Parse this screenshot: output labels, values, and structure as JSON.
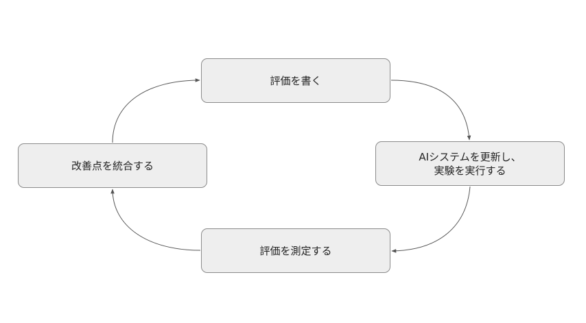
{
  "diagram": {
    "nodes": {
      "top": {
        "line1": "評価を書く",
        "line2": ""
      },
      "right": {
        "line1": "AIシステムを更新し、",
        "line2": "実験を実行する"
      },
      "bottom": {
        "line1": "評価を測定する",
        "line2": ""
      },
      "left": {
        "line1": "改善点を統合する",
        "line2": ""
      }
    },
    "edges": [
      {
        "from": "top",
        "to": "right"
      },
      {
        "from": "right",
        "to": "bottom"
      },
      {
        "from": "bottom",
        "to": "left"
      },
      {
        "from": "left",
        "to": "top"
      }
    ],
    "colors": {
      "node_fill": "#eeeeee",
      "node_border": "#8a8a8a",
      "edge": "#555555"
    }
  }
}
